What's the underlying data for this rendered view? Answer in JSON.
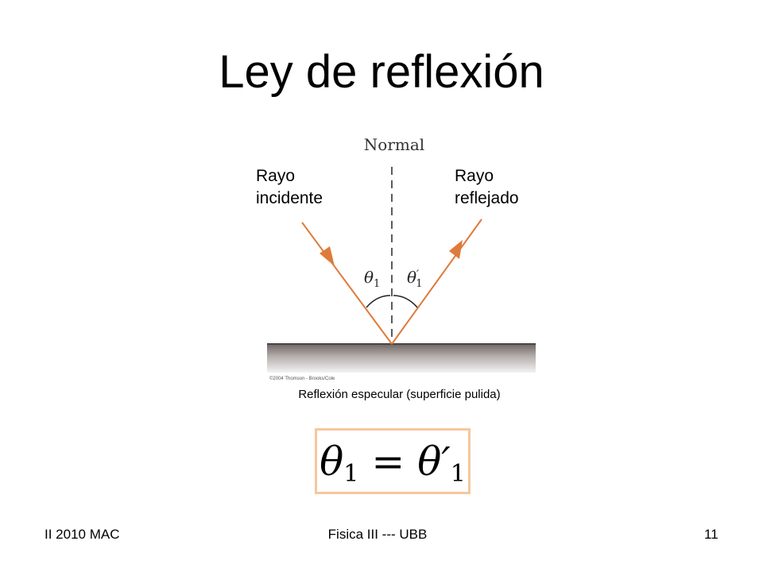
{
  "slide": {
    "title": "Ley de reflexión",
    "footer_left": "II 2010 MAC",
    "footer_center": "Fisica III --- UBB",
    "footer_right": "11"
  },
  "diagram": {
    "normal_label": "Normal",
    "incident_label_line1": "Rayo",
    "incident_label_line2": "incidente",
    "reflected_label_line1": "Rayo",
    "reflected_label_line2": "reflejado",
    "angle_incident": "θ1",
    "angle_reflected": "θ′1",
    "copyright": "©2004 Thomson - Brooks/Cole",
    "caption": "Reflexión especular (superficie pulida)",
    "ray_color": "#e07a3a",
    "surface_color": "#8a8280"
  },
  "formula": {
    "lhs_symbol": "θ",
    "lhs_sub": "1",
    "equals": "=",
    "rhs_symbol": "θ′",
    "rhs_sub": "1"
  }
}
